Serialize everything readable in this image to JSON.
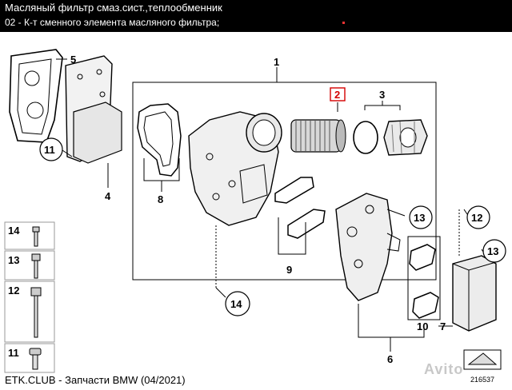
{
  "header": {
    "title": "Масляный фильтр смаз.сист.,теплообменник",
    "subtitle": "02 - К-т сменного элемента масляного фильтра;"
  },
  "footer": {
    "source": "ETK.CLUB - Запчасти BMW (04/2021)",
    "diagram_number": "216537",
    "watermark": "Avito"
  },
  "callouts": {
    "c1": "1",
    "c2": "2",
    "c3": "3",
    "c4": "4",
    "c5": "5",
    "c6": "6",
    "c7": "7",
    "c8": "8",
    "c9": "9",
    "c10": "10",
    "c11": "11",
    "c12": "12",
    "c13a": "13",
    "c13b": "13",
    "c14": "14"
  },
  "legend": {
    "items": [
      {
        "label": "14"
      },
      {
        "label": "13"
      },
      {
        "label": "12"
      },
      {
        "label": "11"
      }
    ]
  },
  "colors": {
    "highlight": "#d40000",
    "line": "#000000"
  }
}
